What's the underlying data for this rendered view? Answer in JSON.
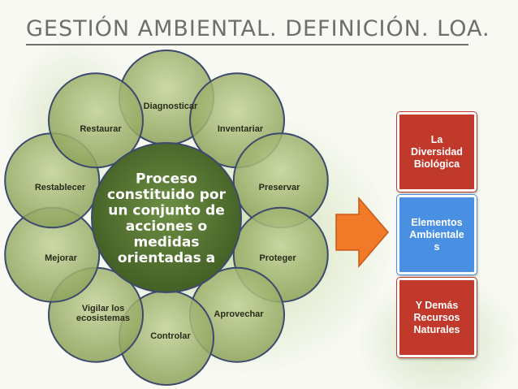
{
  "title": "GESTIÓN AMBIENTAL. DEFINICIÓN. LOA.",
  "center": {
    "lines": [
      "Proceso",
      "constituido por",
      "un conjunto de",
      "acciones o",
      "medidas",
      "orientadas a"
    ]
  },
  "petals": [
    {
      "label": [
        "Diagnosticar"
      ]
    },
    {
      "label": [
        "Inventariar"
      ]
    },
    {
      "label": [
        "Preservar"
      ]
    },
    {
      "label": [
        "Proteger"
      ]
    },
    {
      "label": [
        "Aprovechar"
      ]
    },
    {
      "label": [
        "Controlar"
      ]
    },
    {
      "label": [
        "Vigilar los",
        "ecosistemas"
      ]
    },
    {
      "label": [
        "Mejorar"
      ]
    },
    {
      "label": [
        "Restablecer"
      ]
    },
    {
      "label": [
        "Restaurar"
      ]
    }
  ],
  "boxes": [
    {
      "lines": [
        "La",
        "Diversidad",
        "Biológica"
      ],
      "bg": "#c0392b",
      "fg": "#ffffff",
      "border": "#c0392b"
    },
    {
      "lines": [
        "Elementos",
        "Ambientale",
        "s"
      ],
      "bg": "#4a90e2",
      "fg": "#ffffff",
      "border": "#4a90e2"
    },
    {
      "lines": [
        "Y Demás",
        "Recursos",
        "Naturales"
      ],
      "bg": "#c0392b",
      "fg": "#ffffff",
      "border": "#c0392b"
    }
  ],
  "colors": {
    "title": "#6e6e6e",
    "petal_fill": "#9fb36a",
    "petal_stroke": "#3c4a6e",
    "center_fill": "#4e6e2e",
    "arrow": "#f07a28"
  }
}
